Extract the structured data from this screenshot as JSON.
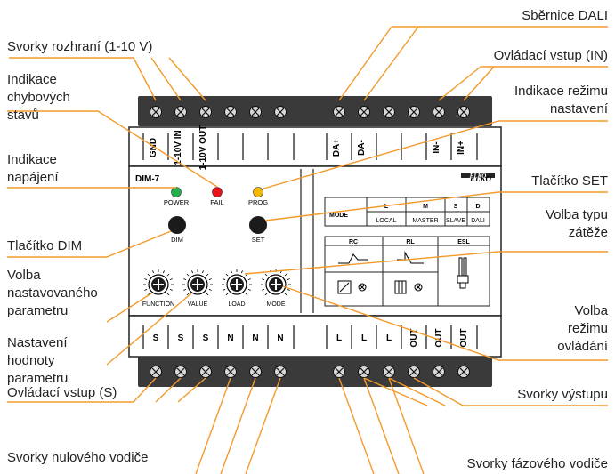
{
  "callouts": {
    "left": [
      {
        "name": "callout-interface-terminals",
        "text": "Svorky rozhraní (1-10 V)"
      },
      {
        "name": "callout-error-indication",
        "text": "Indikace\nchybových\nstavů"
      },
      {
        "name": "callout-power-indication",
        "text": "Indikace\nnapájení"
      },
      {
        "name": "callout-dim-button",
        "text": "Tlačítko DIM"
      },
      {
        "name": "callout-param-select",
        "text": "Volba\nnastavovaného\nparametru"
      },
      {
        "name": "callout-param-value",
        "text": "Nastavení\nhodnoty\nparametru"
      },
      {
        "name": "callout-control-input-s",
        "text": "Ovládací vstup (S)"
      },
      {
        "name": "callout-neutral-terminals",
        "text": "Svorky nulového vodiče"
      }
    ],
    "right": [
      {
        "name": "callout-dali-bus",
        "text": "Sběrnice DALI"
      },
      {
        "name": "callout-control-input-in",
        "text": "Ovládací vstup (IN)"
      },
      {
        "name": "callout-setting-mode-indication",
        "text": "Indikace režimu\nnastavení"
      },
      {
        "name": "callout-set-button",
        "text": "Tlačítko SET"
      },
      {
        "name": "callout-load-type",
        "text": "Volba typu\nzátěže"
      },
      {
        "name": "callout-control-mode",
        "text": "Volba\nrežimu\novládání"
      },
      {
        "name": "callout-output-terminals",
        "text": "Svorky výstupu"
      },
      {
        "name": "callout-phase-terminals",
        "text": "Svorky fázového vodiče"
      }
    ]
  },
  "device": {
    "model": "DIM-7",
    "brand": "ELKO",
    "top_terminals": [
      "GND",
      "1-10V IN",
      "1-10V OUT",
      "",
      "",
      "",
      "DA+",
      "DA-",
      "",
      "",
      "IN-",
      "IN+"
    ],
    "bottom_terminals": [
      "S",
      "S",
      "S",
      "N",
      "N",
      "N",
      "L",
      "L",
      "L",
      "OUT",
      "OUT",
      "OUT"
    ],
    "leds": [
      {
        "label": "POWER",
        "color": "#22b14c"
      },
      {
        "label": "FAIL",
        "color": "#e8141b"
      },
      {
        "label": "PROG",
        "color": "#f5b800"
      }
    ],
    "buttons": [
      "DIM",
      "SET"
    ],
    "knobs": [
      "FUNCTION",
      "VALUE",
      "LOAD",
      "MODE"
    ],
    "mode_table": {
      "header": "MODE",
      "codes": [
        "L",
        "M",
        "S",
        "D"
      ],
      "names": [
        "LOCAL",
        "MASTER",
        "SLAVE",
        "DALI"
      ]
    },
    "load_table": {
      "headers": [
        "RC",
        "RL",
        "ESL"
      ]
    }
  },
  "colors": {
    "leader": "#f39a2b",
    "terminal_strip": "#3a3a3a",
    "screw": "#d9d9d9"
  }
}
